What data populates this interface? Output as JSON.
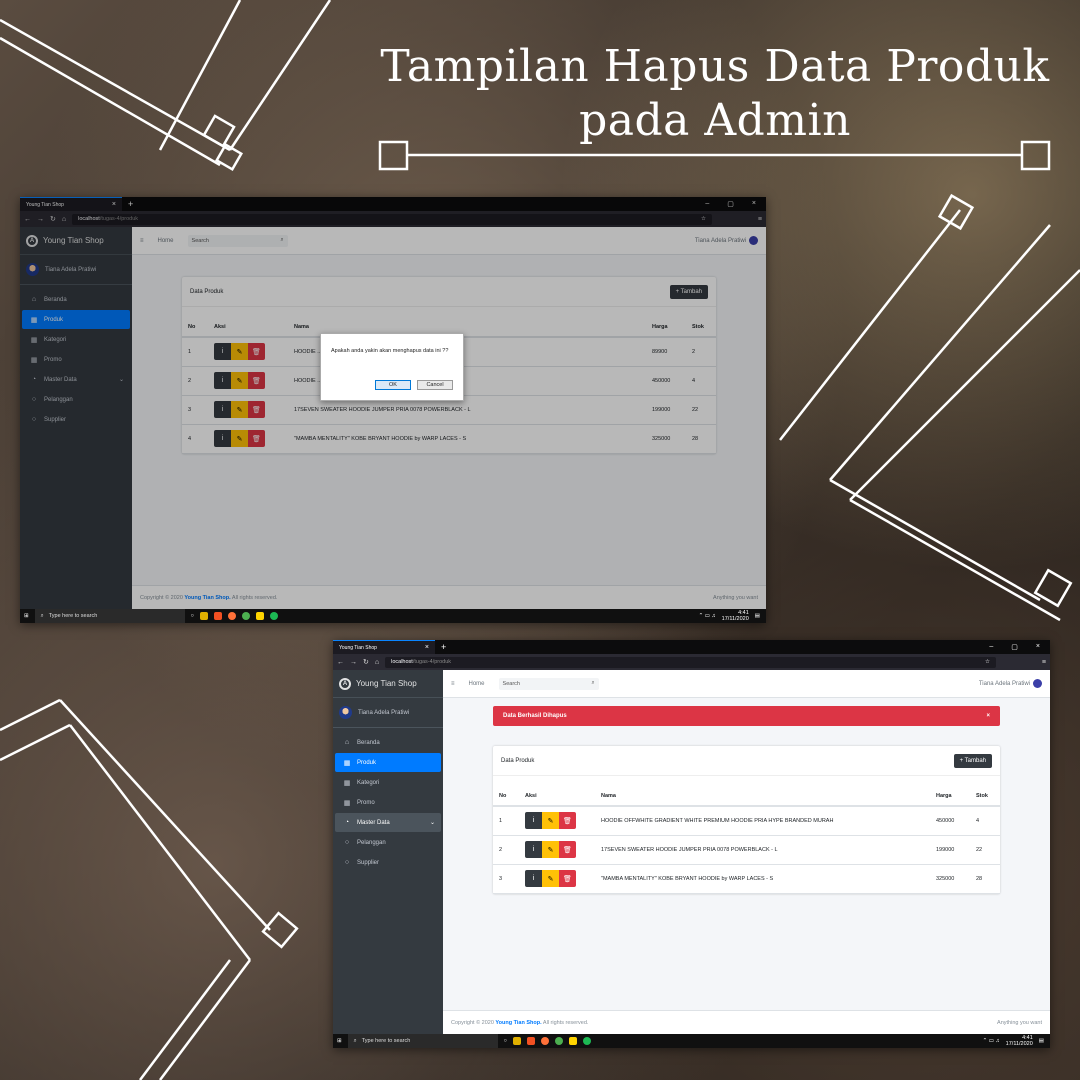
{
  "heading": {
    "line1": "Tampilan Hapus Data Produk",
    "line2": "pada Admin"
  },
  "browser": {
    "tab_title": "Young Tian Shop",
    "url_host": "localhost",
    "url_path": "/tugas-4/produk"
  },
  "app": {
    "brand": "Young Tian Shop",
    "user_name": "Tiana Adela Pratiwi",
    "nav_home": "Home",
    "search_placeholder": "Search",
    "menu": [
      "Beranda",
      "Produk",
      "Kategori",
      "Promo",
      "Master Data",
      "Pelanggan",
      "Supplier"
    ],
    "card_title": "Data Produk",
    "add_label": "Tambah",
    "columns": {
      "no": "No",
      "aksi": "Aksi",
      "nama": "Nama",
      "harga": "Harga",
      "stok": "Stok"
    },
    "footer_copy": "Copyright © 2020",
    "footer_brand": "Young Tian Shop.",
    "footer_rights": "All rights reserved.",
    "footer_right": "Anything you want"
  },
  "screen1": {
    "rows": [
      {
        "no": "1",
        "nama": "HOODIE ... A DAN WANITA - M, Hitam",
        "harga": "89900",
        "stok": "2"
      },
      {
        "no": "2",
        "nama": "HOODIE ... ODIE PRIA HYPE BRANDED MURAH",
        "harga": "450000",
        "stok": "4"
      },
      {
        "no": "3",
        "nama": "17SEVEN SWEATER HOODIE JUMPER PRIA 0078 POWERBLACK - L",
        "harga": "199000",
        "stok": "22"
      },
      {
        "no": "4",
        "nama": "\"MAMBA MENTALITY\" KOBE BRYANT HOODIE by WARP LACES - S",
        "harga": "325000",
        "stok": "28"
      }
    ],
    "dialog": {
      "message": "Apakah anda yakin akan menghapus data ini ??",
      "ok": "OK",
      "cancel": "Cancel"
    }
  },
  "screen2": {
    "alert": "Data Berhasil Dihapus",
    "rows": [
      {
        "no": "1",
        "nama": "HOODIE OFFWHITE GRADIENT WHITE PREMIUM HOODIE PRIA HYPE BRANDED MURAH",
        "harga": "450000",
        "stok": "4"
      },
      {
        "no": "2",
        "nama": "17SEVEN SWEATER HOODIE JUMPER PRIA 0078 POWERBLACK - L",
        "harga": "199000",
        "stok": "22"
      },
      {
        "no": "3",
        "nama": "\"MAMBA MENTALITY\" KOBE BRYANT HOODIE by WARP LACES - S",
        "harga": "325000",
        "stok": "28"
      }
    ]
  },
  "taskbar": {
    "search": "Type here to search",
    "time": "4:41",
    "date": "17/11/2020"
  },
  "colors": {
    "accent": "#007bff",
    "sidebar": "#343a40",
    "danger": "#dc3545",
    "warning": "#ffc107"
  }
}
